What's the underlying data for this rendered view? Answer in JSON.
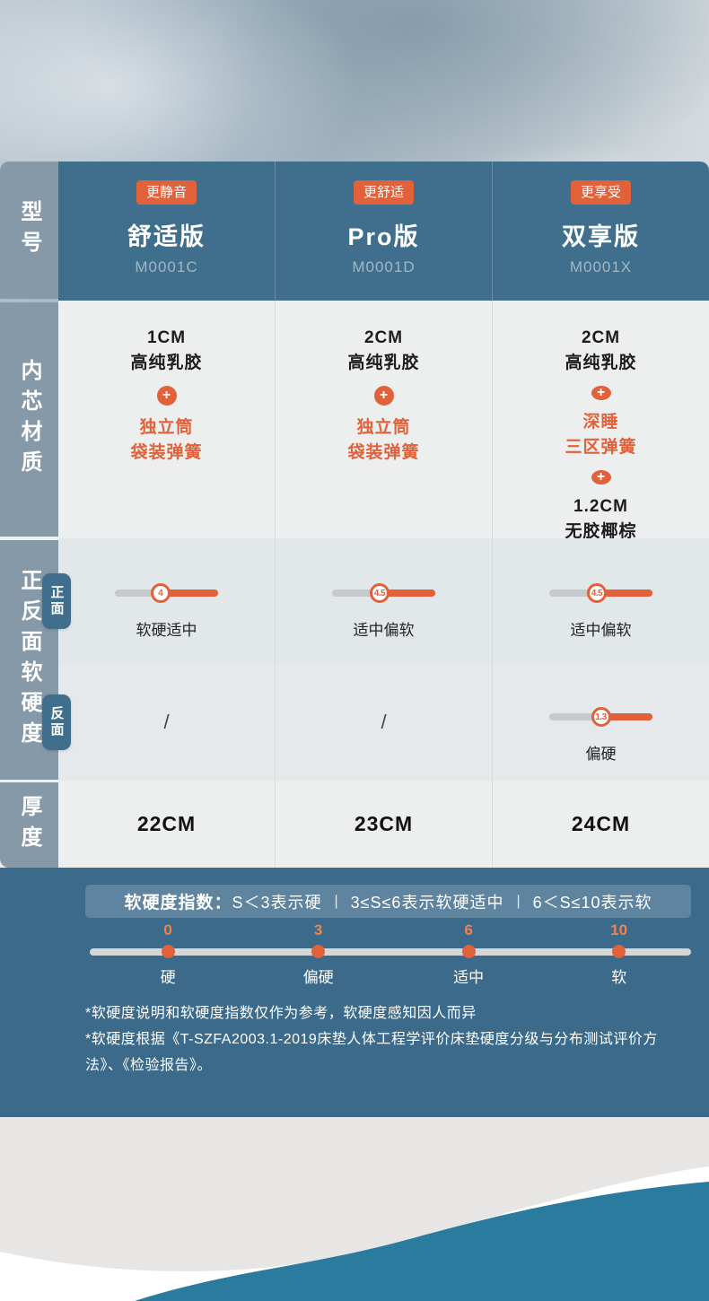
{
  "colors": {
    "header_teal": "#406f8e",
    "sidebar_blue_gray": "#8699a9",
    "accent_orange": "#e0613a",
    "panel_teal": "#3b6a8a",
    "wave_teal": "#2a7b9d",
    "model_text": "#9fb7c6"
  },
  "icons": {
    "plus": "+"
  },
  "sidebar": {
    "rows": [
      "型号",
      "内芯材质",
      "正反面软硬度",
      "厚度"
    ],
    "front_tab": "正面",
    "back_tab": "反面"
  },
  "header": {
    "columns": [
      {
        "badge": "更静音",
        "title": "舒适版",
        "model": "M0001C"
      },
      {
        "badge": "更舒适",
        "title": "Pro版",
        "model": "M0001D"
      },
      {
        "badge": "更享受",
        "title": "双享版",
        "model": "M0001X"
      }
    ]
  },
  "core_row": {
    "cells": [
      {
        "black": [
          "1CM",
          "高纯乳胶"
        ],
        "orange": [
          "独立筒",
          "袋装弹簧"
        ]
      },
      {
        "black": [
          "2CM",
          "高纯乳胶"
        ],
        "orange": [
          "独立筒",
          "袋装弹簧"
        ]
      },
      {
        "black": [
          "2CM",
          "高纯乳胶"
        ],
        "orange": [
          "深睡",
          "三区弹簧"
        ],
        "black2": [
          "1.2CM",
          "无胶椰棕"
        ]
      }
    ]
  },
  "firmness": {
    "front": [
      {
        "value": "4",
        "label": "软硬适中"
      },
      {
        "value": "4.5",
        "label": "适中偏软"
      },
      {
        "value": "4.5",
        "label": "适中偏软"
      }
    ],
    "back": [
      {
        "empty": "/"
      },
      {
        "empty": "/"
      },
      {
        "value": "1.3",
        "label": "偏硬"
      }
    ]
  },
  "thickness": {
    "cells": [
      "22CM",
      "23CM",
      "24CM"
    ]
  },
  "index_panel": {
    "title": "软硬度指数：",
    "separator": "|",
    "segments": [
      "S＜3表示硬",
      "3≤S≤6表示软硬适中",
      "6＜S≤10表示软"
    ],
    "scale": [
      {
        "num": "0",
        "label": "硬"
      },
      {
        "num": "3",
        "label": "偏硬"
      },
      {
        "num": "6",
        "label": "适中"
      },
      {
        "num": "10",
        "label": "软"
      }
    ],
    "footnotes": [
      "*软硬度说明和软硬度指数仅作为参考，软硬度感知因人而异",
      "*软硬度根据《T-SZFA2003.1-2019床垫人体工程学评价床垫硬度分级与分布测试评价方法》、《检验报告》。"
    ]
  }
}
